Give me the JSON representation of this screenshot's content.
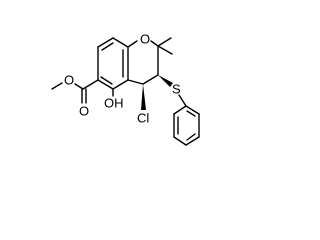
{
  "molecule": {
    "atoms": {
      "ring_oxygen": "O",
      "ester_carbonyl_oxygen": "O",
      "ester_methoxy_oxygen": "O",
      "hydroxyl": "OH",
      "chlorine": "Cl",
      "sulfur": "S"
    }
  }
}
